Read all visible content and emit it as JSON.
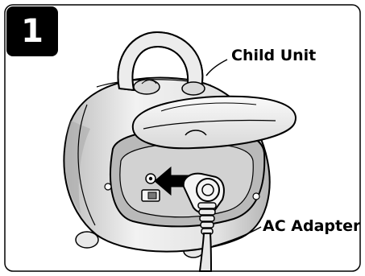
{
  "step": {
    "number": "1"
  },
  "callouts": {
    "child_unit": "Child Unit",
    "ac_adapter": "AC Adapter"
  },
  "colors": {
    "outline": "#000000",
    "body_light": "#ededed",
    "body_mid": "#cfcfcf",
    "body_dark": "#a9a9a9",
    "background": "#ffffff"
  }
}
